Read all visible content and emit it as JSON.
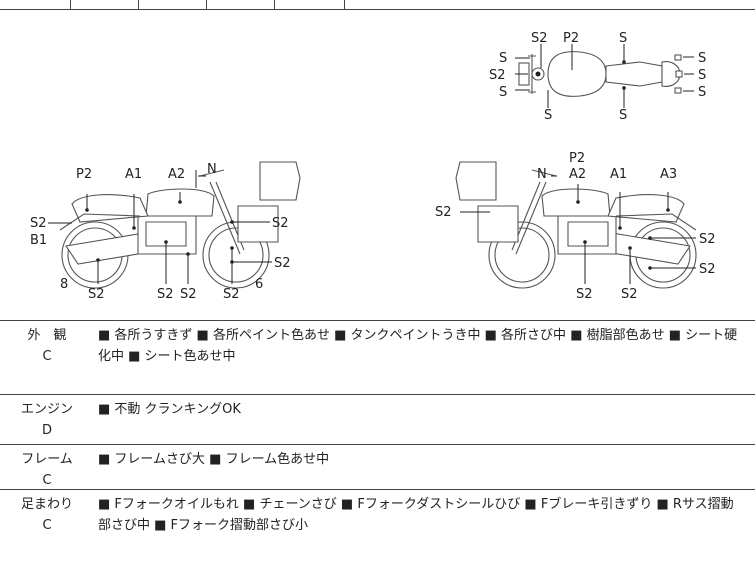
{
  "diagram": {
    "top_view": {
      "labels": [
        "S2",
        "P2",
        "S",
        "S",
        "S2",
        "S",
        "S",
        "S",
        "S",
        "S",
        "S"
      ]
    },
    "left_view": {
      "labels": [
        "P2",
        "A1",
        "A2",
        "N",
        "S2",
        "B1",
        "S2",
        "8",
        "S2",
        "S2",
        "S2",
        "S2",
        "6",
        "S2"
      ]
    },
    "right_view": {
      "labels": [
        "P2",
        "N",
        "A2",
        "A1",
        "A3",
        "S2",
        "S2",
        "S2",
        "S2",
        "S2"
      ]
    }
  },
  "conditions": [
    {
      "category": "外　観",
      "grade": "C",
      "description": "■ 各所うすきず ■ 各所ペイント色あせ ■ タンクペイントうき中 ■ 各所さび中 ■ 樹脂部色あせ ■ シート硬化中 ■ シート色あせ中"
    },
    {
      "category": "エンジン",
      "grade": "D",
      "description": "■ 不動 クランキングOK"
    },
    {
      "category": "フレーム",
      "grade": "C",
      "description": "■ フレームさび大 ■ フレーム色あせ中"
    },
    {
      "category": "足まわり",
      "grade": "C",
      "description": "■ Fフォークオイルもれ ■ チェーンさび ■ Fフォークダストシールひび ■ Fブレーキ引きずり ■ Rサス摺動部さび中 ■ Fフォーク摺動部さび小"
    }
  ]
}
